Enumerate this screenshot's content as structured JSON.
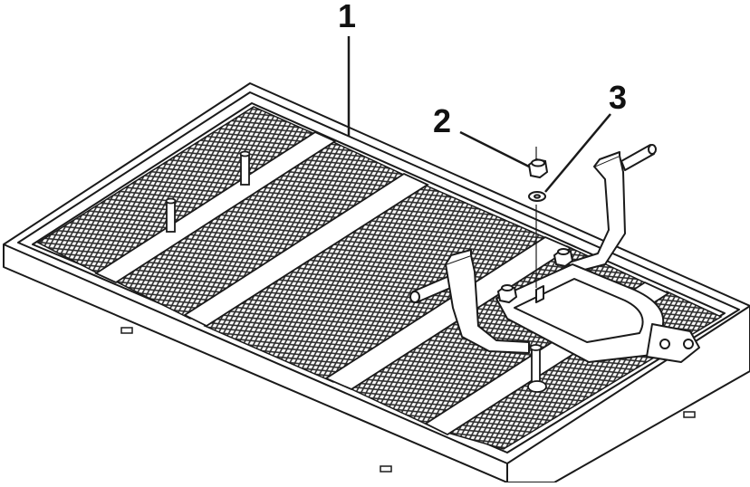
{
  "callouts": [
    {
      "label": "1",
      "part": "cargo-carrier-basket"
    },
    {
      "label": "2",
      "part": "lock-nut"
    },
    {
      "label": "3",
      "part": "washer"
    }
  ],
  "colors": {
    "line": "#1a1a1a",
    "mesh": "#2b2b2b",
    "background": "#ffffff",
    "frame_fill": "#ffffff"
  }
}
